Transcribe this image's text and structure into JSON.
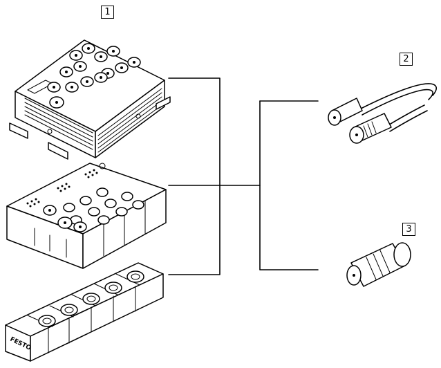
{
  "callouts": [
    {
      "label": "1"
    },
    {
      "label": "2"
    },
    {
      "label": "3"
    }
  ],
  "brand_text": "FESTO",
  "colors": {
    "line": "#000000",
    "background": "#ffffff"
  }
}
